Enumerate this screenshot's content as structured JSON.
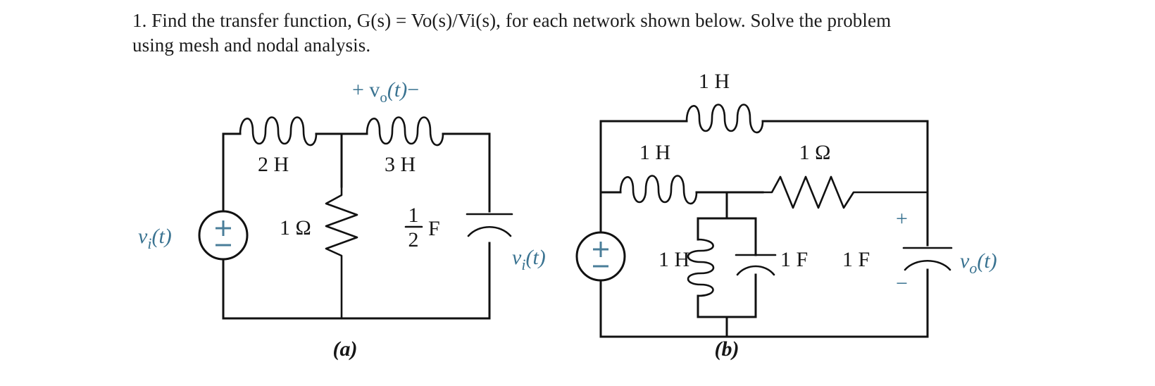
{
  "problem": {
    "line1": "1. Find the transfer function, G(s) = Vo(s)/Vi(s), for each network shown below. Solve the problem",
    "line2": "using mesh and nodal analysis."
  },
  "colors": {
    "wire": "#111111",
    "label_dark": "#161616",
    "label_blue": "#3a7391",
    "background": "#ffffff"
  },
  "circuit_a": {
    "caption": "(a)",
    "source_label": "vi(t)",
    "source_plus": "+",
    "source_minus": "−",
    "output_label": "+ vo(t)−",
    "output_label_plus": "+",
    "output_label_v": "v",
    "output_label_sub": "o",
    "output_label_t": "(t)",
    "output_label_minus": "−",
    "components": [
      {
        "name": "inductor-2h",
        "type": "inductor",
        "label": "2 H",
        "orientation": "horizontal"
      },
      {
        "name": "inductor-3h",
        "type": "inductor",
        "label": "3 H",
        "orientation": "horizontal"
      },
      {
        "name": "resistor-1ohm",
        "type": "resistor",
        "label": "1 Ω",
        "orientation": "vertical"
      },
      {
        "name": "capacitor-half-farad",
        "type": "capacitor",
        "label_num": "1",
        "label_den": "2",
        "label_unit": "F",
        "orientation": "vertical"
      }
    ]
  },
  "circuit_b": {
    "caption": "(b)",
    "source_label": "vi(t)",
    "source_plus": "+",
    "source_minus": "−",
    "output_label": "vo(t)",
    "output_plus": "+",
    "output_minus": "−",
    "components": [
      {
        "name": "inductor-top-1h",
        "type": "inductor",
        "label": "1 H",
        "orientation": "horizontal"
      },
      {
        "name": "inductor-mid-1h",
        "type": "inductor",
        "label": "1 H",
        "orientation": "horizontal"
      },
      {
        "name": "resistor-1ohm",
        "type": "resistor",
        "label": "1 Ω",
        "orientation": "horizontal"
      },
      {
        "name": "inductor-shunt-1h",
        "type": "inductor",
        "label": "1 H",
        "orientation": "vertical"
      },
      {
        "name": "capacitor-shunt-1f",
        "type": "capacitor",
        "label": "1 F",
        "orientation": "vertical"
      },
      {
        "name": "capacitor-output-1f",
        "type": "capacitor",
        "label": "1 F",
        "orientation": "vertical"
      }
    ]
  }
}
